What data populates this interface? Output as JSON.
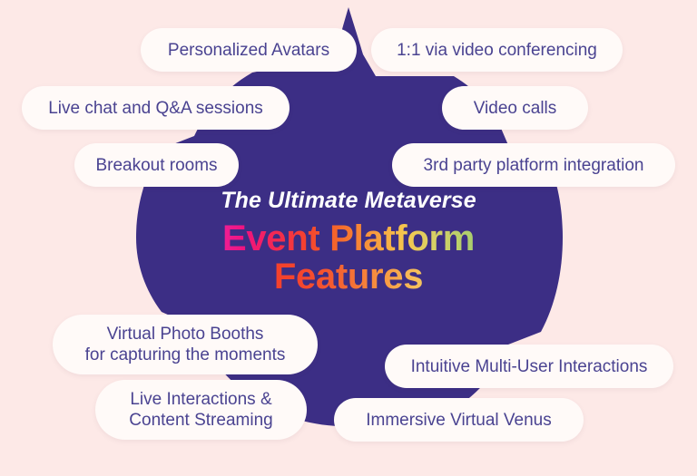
{
  "colors": {
    "background": "#FDE9E7",
    "blob": "#3C2E85",
    "pill_background": "#FFFAF8",
    "pill_text": "#4A4391",
    "subtitle_text": "#FFFFFF",
    "gradient_start": "#ED1E95",
    "gradient_mid": "#F4682C",
    "gradient_end": "#A8CE6E"
  },
  "headline": {
    "subtitle": "The Ultimate Metaverse",
    "line1": "Event Platform",
    "line2": "Features"
  },
  "features": [
    {
      "id": "personalized-avatars",
      "label": "Personalized Avatars"
    },
    {
      "id": "video-conferencing",
      "label": "1:1 via video conferencing"
    },
    {
      "id": "live-chat",
      "label": "Live chat and Q&A sessions"
    },
    {
      "id": "video-calls",
      "label": "Video calls"
    },
    {
      "id": "breakout-rooms",
      "label": "Breakout rooms"
    },
    {
      "id": "3rd-party",
      "label": "3rd party platform integration"
    },
    {
      "id": "photo-booths",
      "label": "Virtual Photo Booths\nfor capturing the moments"
    },
    {
      "id": "multi-user",
      "label": "Intuitive Multi-User Interactions"
    },
    {
      "id": "live-interactions",
      "label": "Live Interactions &\nContent Streaming"
    },
    {
      "id": "immersive-venus",
      "label": "Immersive Virtual Venus"
    }
  ]
}
